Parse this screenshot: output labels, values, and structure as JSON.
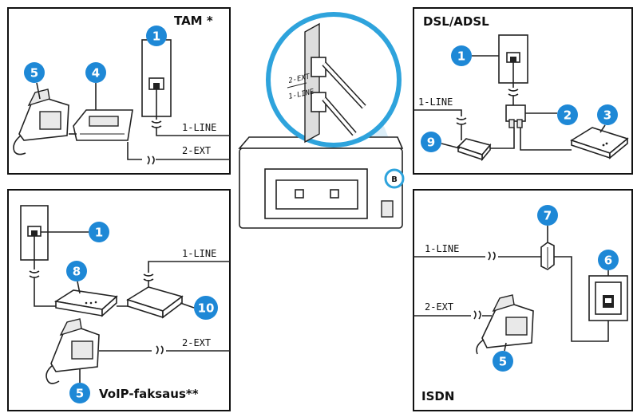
{
  "panels": {
    "tam": {
      "title": "TAM *",
      "line_label": "1-LINE",
      "ext_label": "2-EXT"
    },
    "dsl": {
      "title": "DSL/ADSL",
      "line_label": "1-LINE"
    },
    "voip": {
      "title": "VoIP-faksaus**",
      "line_label": "1-LINE",
      "ext_label": "2-EXT"
    },
    "isdn": {
      "title": "ISDN",
      "line_label": "1-LINE",
      "ext_label": "2-EXT"
    }
  },
  "printer": {
    "port_ext_label": "2-EXT",
    "port_line_label": "1-LINE",
    "port_marker": "B"
  },
  "badges": {
    "wall_jack": "1",
    "splitter": "2",
    "dsl_modem": "3",
    "answering_machine": "4",
    "telephone": "5",
    "isdn_jack": "6",
    "isdn_filter": "7",
    "voip_modem": "8",
    "dsl_filter": "9",
    "voip_adapter": "10"
  },
  "colors": {
    "badge": "#1e88d6",
    "frame": "#111111",
    "port_highlight": "#2ea3dc"
  }
}
